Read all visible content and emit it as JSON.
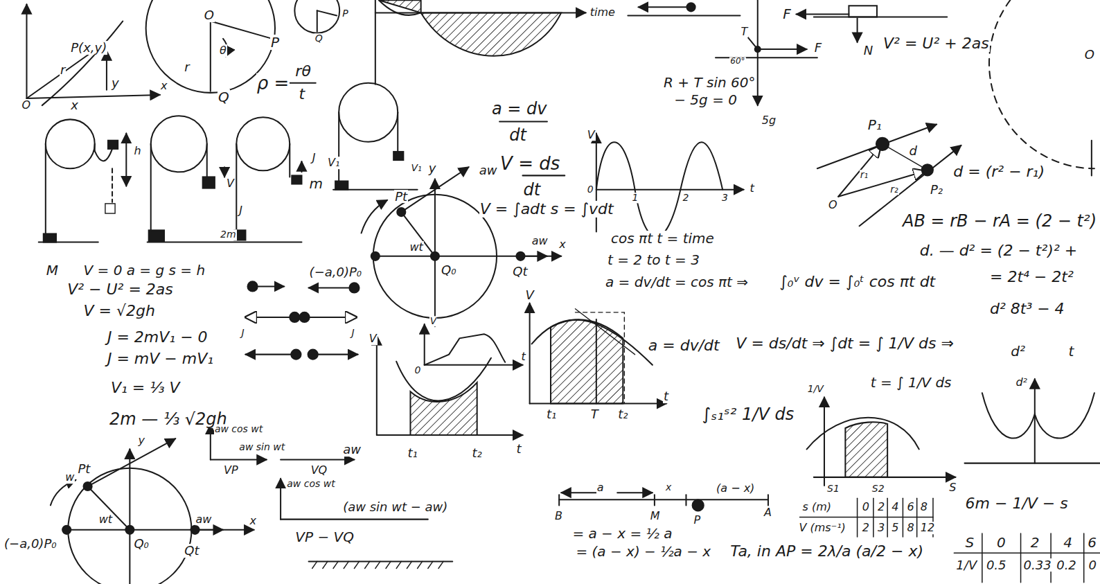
{
  "diagram": {
    "labels": [
      "P(x,y)",
      "r",
      "y",
      "x",
      "x",
      "O",
      "O",
      "θ",
      "r",
      "P",
      "Q",
      "Q",
      "P",
      "ρ =",
      "rθ",
      "t",
      "time",
      "F",
      "N",
      "V² = U² + 2as",
      "T",
      "60°",
      "F",
      "R + T sin 60°",
      "− 5g = 0",
      "5g",
      "O",
      "a = dv",
      "dt",
      "V = ds",
      "dt",
      "V = ∫adt  s = ∫vdt",
      "h",
      "V",
      "J",
      "V₁",
      "m",
      "J",
      "2m",
      "V₁",
      "y",
      "aw",
      "V",
      "0",
      "1",
      "2",
      "3",
      "t",
      "P₁",
      "d",
      "r₁",
      "r₂",
      "O",
      "P₂",
      "d = (r² − r₁)",
      "AB = rB − rA = (2 − t²)",
      "d. — d² = (2 − t²)² +",
      "= 2t⁴ − 2t²",
      "d²   8t³ − 4",
      "d²",
      "t",
      "d²",
      "Pt",
      "wt",
      "(−a,0)P₀",
      "Q₀",
      "aw",
      "Qt",
      "x",
      "cos πt   t = time",
      "t = 2  to  t = 3",
      "a = dv/dt = cos πt ⇒",
      "∫₀ᵛ dv = ∫₀ᵗ cos πt dt",
      "M",
      "V = 0  a = g  s = h",
      "V² − U² = 2as",
      "V = √2gh",
      "J = 2mV₁ − 0",
      "J = mV − mV₁",
      "V₁ = ⅓ V",
      "2m — ⅓ √2gh",
      "J",
      "J",
      "V",
      "0",
      "t",
      "V",
      "t₁",
      "t₂",
      "t",
      "V",
      "t₁",
      "T",
      "t₂",
      "t",
      "a = dv/dt",
      "V = ds/dt ⇒ ∫dt = ∫ 1/V ds ⇒",
      "t = ∫ 1/V ds",
      "∫ₛ₁ˢ² 1/V ds",
      "1/V",
      "S1",
      "S2",
      "S",
      "aw cos wt",
      "aw sin wt",
      "aw",
      "VP",
      "VQ",
      "aw cos wt",
      "(aw sin wt − aw)",
      "VP − VQ",
      "y",
      "w",
      "Pt",
      "wt",
      "(−a,0)P₀",
      "Q₀",
      "aw",
      "Qt",
      "x",
      "a",
      "x",
      "(a − x)",
      "B",
      "M",
      "P",
      "A",
      "= a − x = ½ a",
      "= (a − x) − ½a − x",
      "Ta, in AP = 2λ/a (a/2 − x)",
      "s (m)",
      "0",
      "2",
      "4",
      "6",
      "8",
      "V (ms⁻¹)",
      "2",
      "3",
      "5",
      "8",
      "12",
      "6m − 1/V − s",
      "S",
      "0",
      "2",
      "4",
      "6",
      "1/V",
      "0.5",
      "0.33",
      "0.2",
      "0"
    ]
  }
}
